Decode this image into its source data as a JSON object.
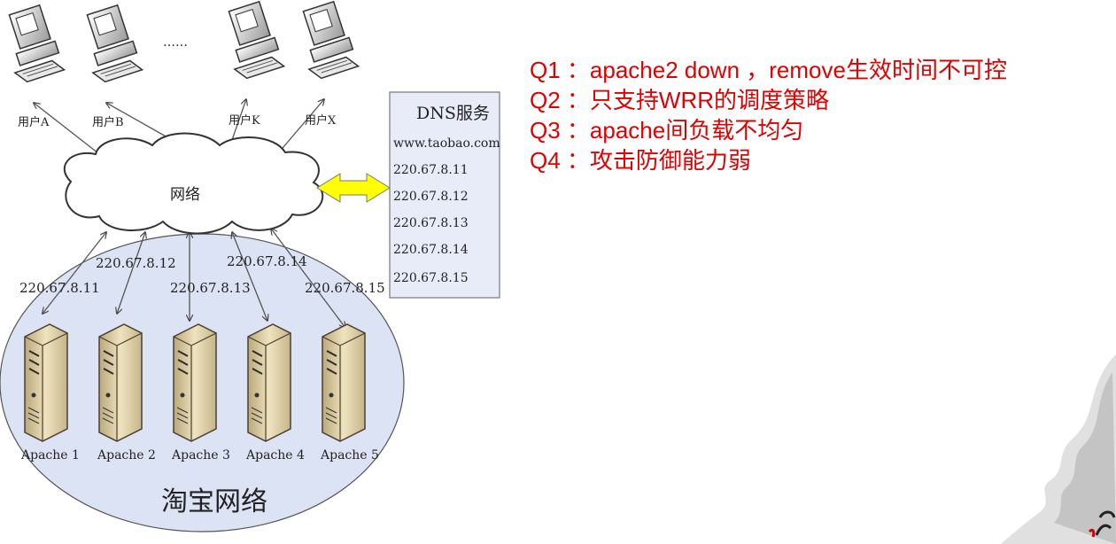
{
  "users": [
    {
      "label": "用户A"
    },
    {
      "label": "用户B"
    },
    {
      "label": "用户K"
    },
    {
      "label": "用户X"
    }
  ],
  "ellipsis": "……",
  "network": {
    "label": "网络"
  },
  "dns": {
    "title": "DNS服务",
    "domain": "www.taobao.com",
    "ips": [
      "220.67.8.11",
      "220.67.8.12",
      "220.67.8.13",
      "220.67.8.14",
      "220.67.8.15"
    ]
  },
  "link_ips": [
    "220.67.8.11",
    "220.67.8.12",
    "220.67.8.13",
    "220.67.8.14",
    "220.67.8.15"
  ],
  "servers": [
    {
      "label": "Apache 1"
    },
    {
      "label": "Apache 2"
    },
    {
      "label": "Apache 3"
    },
    {
      "label": "Apache 4"
    },
    {
      "label": "Apache 5"
    }
  ],
  "cluster": {
    "label": "淘宝网络"
  },
  "questions": [
    "Q1 ：apache2 down ，remove生效时间不可控",
    "Q2 ：只支持WRR的调度策略",
    "Q3 ：apache间负载不均匀",
    "Q4 ：攻击防御能力弱"
  ],
  "colors": {
    "question_text": "#e00000",
    "dns_arrow": "#ffff00",
    "dns_box": "#e8ecf8"
  }
}
